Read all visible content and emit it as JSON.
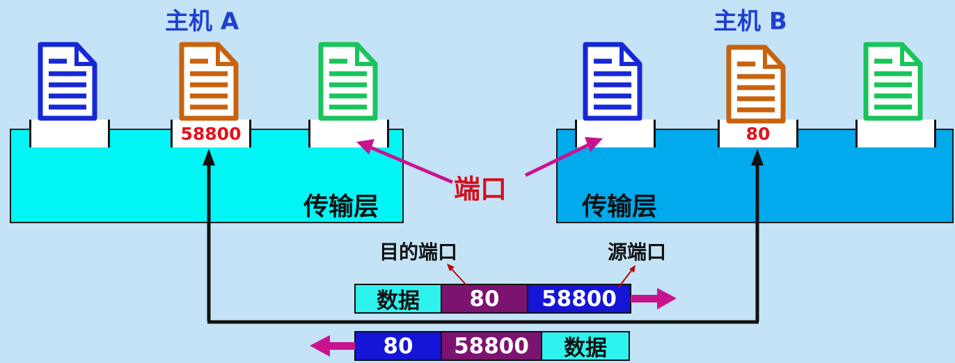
{
  "host_a": {
    "title": "主机 A",
    "layer_label": "传输层",
    "port": "58800"
  },
  "host_b": {
    "title": "主机 B",
    "layer_label": "传输层",
    "port": "80"
  },
  "port_label": "端口",
  "callouts": {
    "dest_port": "目的端口",
    "src_port": "源端口"
  },
  "segment_top": {
    "data": "数据",
    "dest_port": "80",
    "src_port": "58800"
  },
  "segment_bottom": {
    "src_port": "80",
    "dest_port": "58800",
    "data": "数据"
  },
  "colors": {
    "background": "#c4e3f6",
    "layer_a": "#00f5f5",
    "layer_b": "#00aaec",
    "doc_blue": "#1628d6",
    "doc_orange": "#c9620d",
    "doc_green": "#19c45a",
    "arrow_magenta": "#c8138f",
    "seg_cyan": "#2ef2ee",
    "seg_purple": "#7d1370",
    "seg_blue": "#1515d8"
  },
  "icons": [
    "document-icon"
  ]
}
